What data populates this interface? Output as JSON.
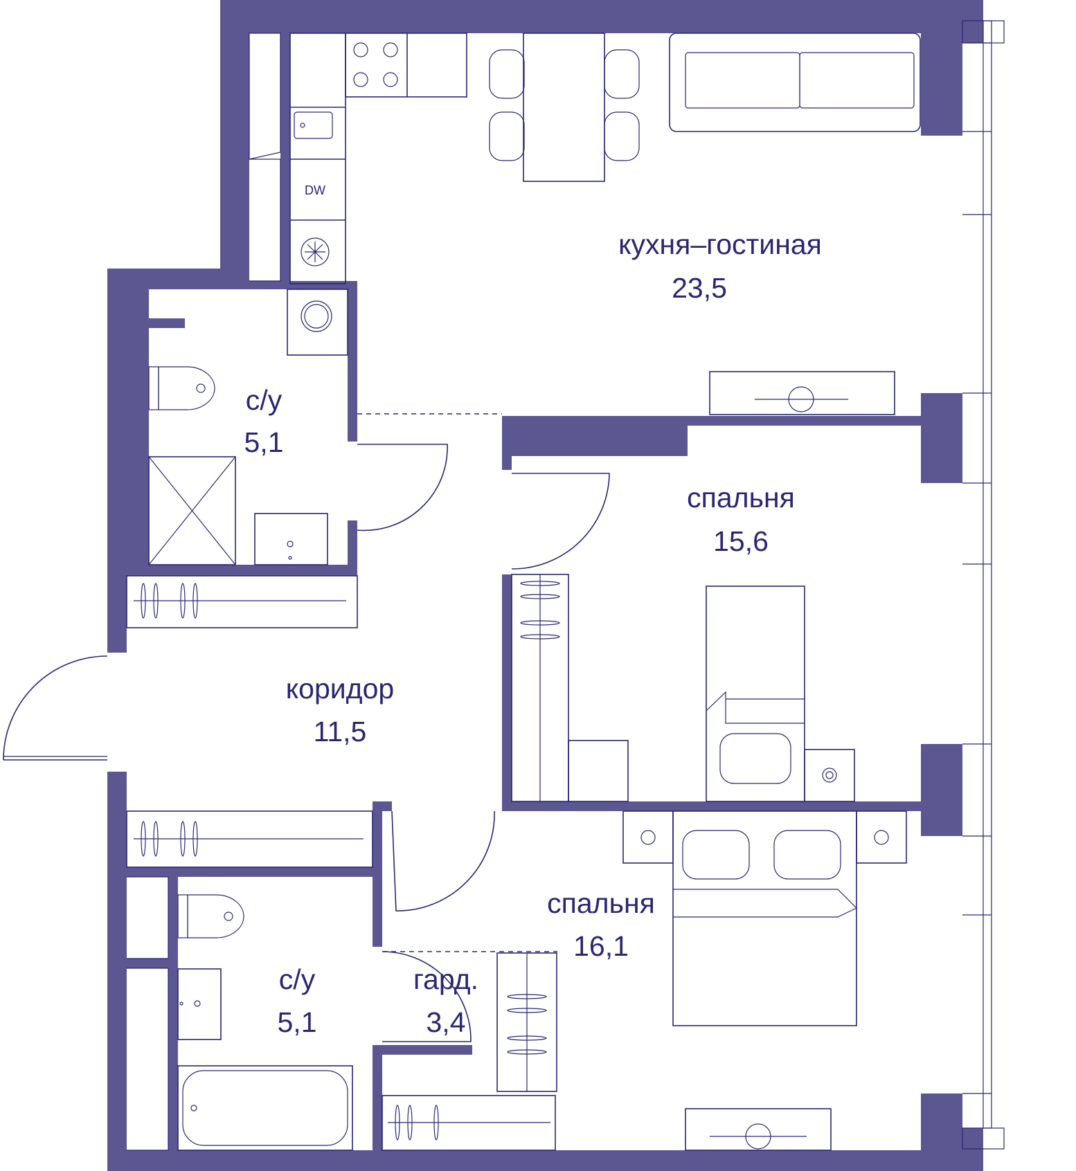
{
  "colors": {
    "wall": "#5c5691",
    "line": "#2a2673",
    "background": "#ffffff"
  },
  "rooms": [
    {
      "id": "kitchen-living",
      "name": "кухня–гостиная",
      "area": "23,5"
    },
    {
      "id": "bathroom-1",
      "name": "с/у",
      "area": "5,1"
    },
    {
      "id": "bedroom-1",
      "name": "спальня",
      "area": "15,6"
    },
    {
      "id": "corridor",
      "name": "коридор",
      "area": "11,5"
    },
    {
      "id": "bedroom-2",
      "name": "спальня",
      "area": "16,1"
    },
    {
      "id": "bathroom-2",
      "name": "с/у",
      "area": "5,1"
    },
    {
      "id": "wardrobe",
      "name": "гард.",
      "area": "3,4"
    }
  ],
  "appliances": {
    "dishwasher": "DW"
  },
  "icons": [
    "stove-icon",
    "sink-icon",
    "fridge-snowflake-icon",
    "washing-machine-icon",
    "toilet-icon",
    "shower-icon",
    "bathtub-icon",
    "bed-icon",
    "sofa-icon",
    "dining-table-icon",
    "radiator-icon",
    "lamp-icon"
  ]
}
